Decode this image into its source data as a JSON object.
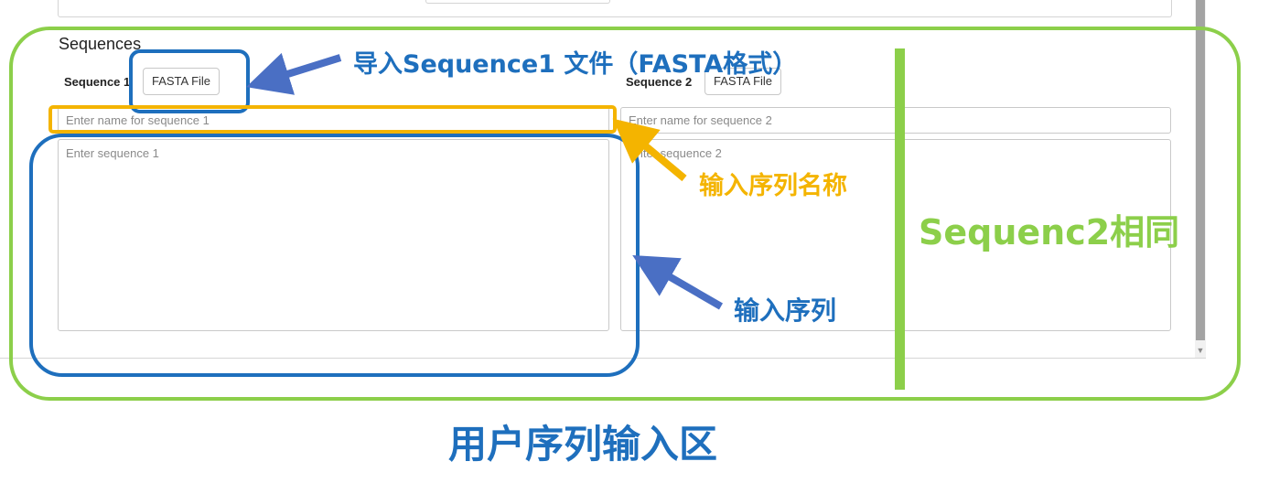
{
  "section": {
    "title": "Sequences"
  },
  "sequence1": {
    "label": "Sequence 1",
    "fasta_button": "FASTA File",
    "name_placeholder": "Enter name for sequence 1",
    "seq_placeholder": "Enter sequence 1"
  },
  "sequence2": {
    "label": "Sequence 2",
    "fasta_button": "FASTA File",
    "name_placeholder": "Enter name for sequence 2",
    "seq_placeholder": "Enter sequence 2"
  },
  "annotations": {
    "import_fasta": "导入Sequence1 文件（FASTA格式）",
    "enter_name": "输入序列名称",
    "enter_sequence": "输入序列",
    "same_as_seq2": "Sequenc2相同",
    "input_area": "用户序列输入区"
  },
  "colors": {
    "annotation_blue": "#1e6fbd",
    "annotation_yellow": "#f4b400",
    "annotation_green": "#8ccf4a",
    "arrow_blue": "#4a6fc4"
  }
}
